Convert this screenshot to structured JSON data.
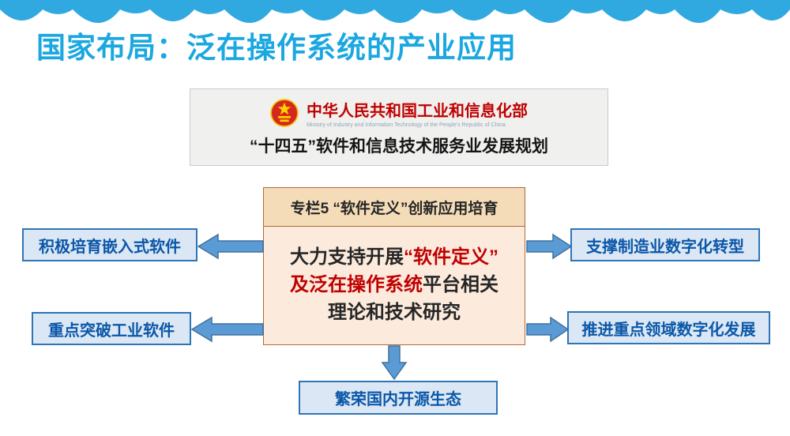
{
  "title": "国家布局：泛在操作系统的产业应用",
  "ministry": {
    "name_cn": "中华人民共和国工业和信息化部",
    "name_en": "Ministry of Industry and Information Technology of the People's Republic of China",
    "plan": "“十四五”软件和信息技术服务业发展规划"
  },
  "spotlight": {
    "header": "专栏5 “软件定义”创新应用培育",
    "body": {
      "seg1_dark": "大力支持开展",
      "seg2_red": "“软件定义”",
      "seg3_red": "及泛在操作系统",
      "seg4_dark": "平台相关",
      "seg5_dark": "理论和技术研究"
    }
  },
  "outcomes": {
    "left_top": "积极培育嵌入式软件",
    "left_bottom": "重点突破工业软件",
    "right_top": "支撑制造业数字化转型",
    "right_bottom": "推进重点领域数字化发展",
    "bottom": "繁荣国内开源生态"
  },
  "icons": {
    "emblem": "national-emblem-icon",
    "clouds": "cloud-banner"
  },
  "colors": {
    "title": "#1ba7e0",
    "banner_blue": "#2fa9e0",
    "red_text": "#c00000",
    "spot_header_bg": "#f4dcb8",
    "spot_body_bg": "#fcebdd",
    "spot_border": "#b06a3a",
    "outcome_bg": "#dbe7f5",
    "outcome_border": "#2e75b6",
    "outcome_text": "#0b57a8",
    "arrow_fill": "#5b9bd5",
    "arrow_stroke": "#41719c",
    "ministry_box_bg": "#f0f1ef"
  }
}
